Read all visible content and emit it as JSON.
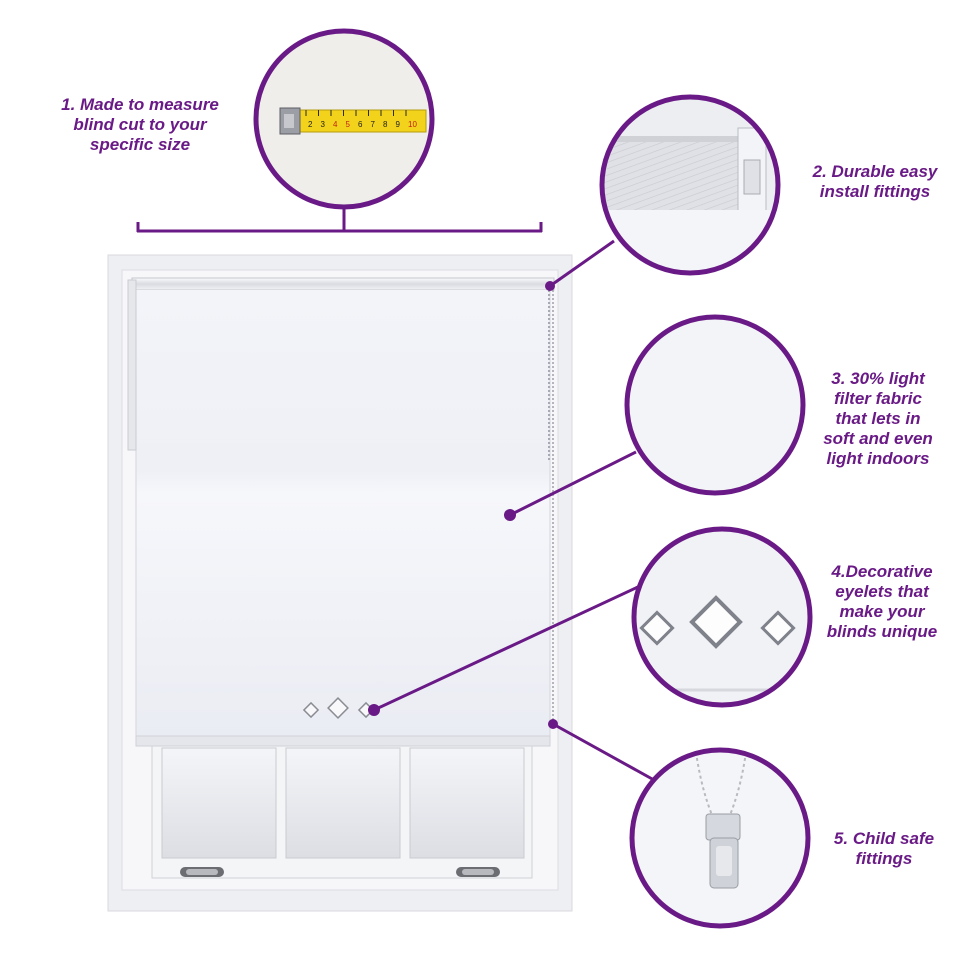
{
  "features": [
    {
      "number": "1.",
      "lines": [
        "1. Made to measure",
        "blind cut to your",
        "specific size"
      ]
    },
    {
      "number": "2.",
      "lines": [
        "2. Durable easy",
        "install fittings"
      ]
    },
    {
      "number": "3.",
      "lines": [
        "3. 30% light",
        "filter fabric",
        "that lets in",
        "soft and even",
        "light indoors"
      ]
    },
    {
      "number": "4.",
      "lines": [
        "4.Decorative",
        "eyelets that",
        "make your",
        "blinds unique"
      ]
    },
    {
      "number": "5.",
      "lines": [
        "5. Child safe",
        "fittings"
      ]
    }
  ],
  "tape_measure": {
    "ticks": [
      "2",
      "3",
      "4",
      "5",
      "6",
      "7",
      "8",
      "9",
      "10"
    ]
  },
  "colors": {
    "accent": "#6a1a86",
    "tape": "#f2d21b",
    "blind_fabric": "#eef0f6",
    "frame": "#e9eaee",
    "glass": "#e6e8ee"
  }
}
